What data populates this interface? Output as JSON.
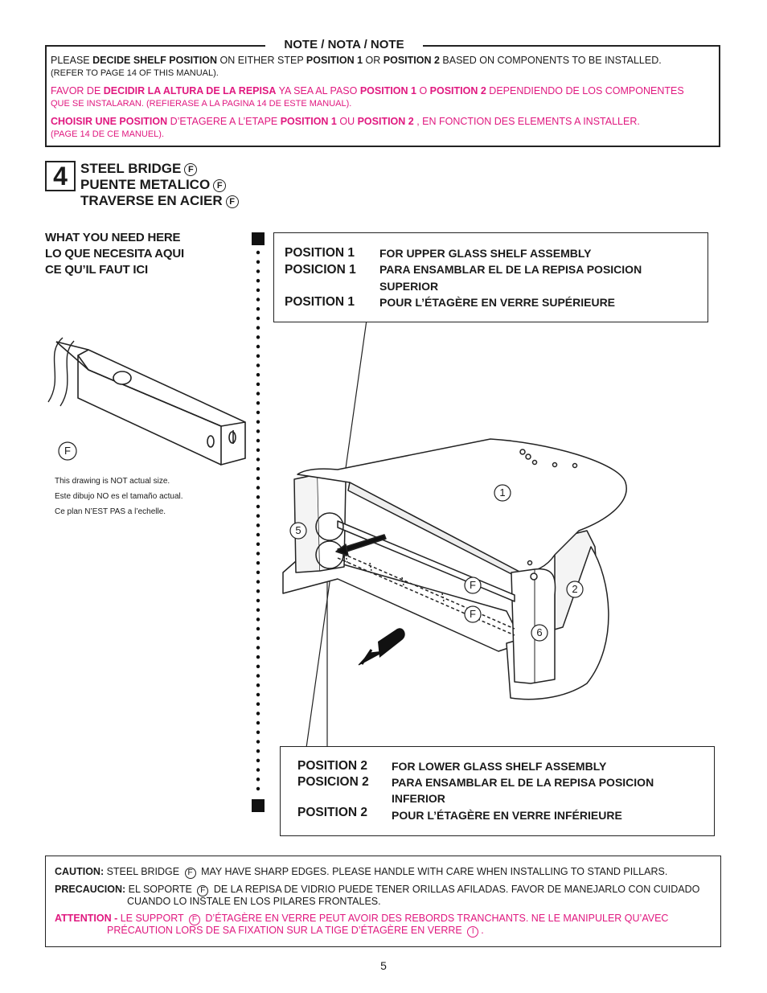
{
  "note": {
    "title": "NOTE / NOTA / NOTE",
    "en": {
      "p1": "PLEASE ",
      "b1": "DECIDE SHELF POSITION",
      "p2": " ON EITHER STEP  ",
      "b2": "POSITION 1",
      "p3": " OR  ",
      "b3": "POSITION 2",
      "p4": " BASED ON COMPONENTS TO BE INSTALLED.",
      "sub": "(REFER TO PAGE 14 OF THIS MANUAL)."
    },
    "es": {
      "p1": "FAVOR DE ",
      "b1": "DECIDIR LA ALTURA DE LA REPISA",
      "p2": " YA SEA AL PASO  ",
      "b2": "POSITION 1",
      "p3": "  O  ",
      "b3": "POSITION 2",
      "p4": "  DEPENDIENDO DE LOS COMPONENTES",
      "sub": "QUE SE INSTALARAN.  (REFIERASE A LA PAGINA 14 DE ESTE MANUAL)."
    },
    "fr": {
      "b1": "CHOISIR UNE POSITION",
      "p2": " D’ETAGERE A L’ETAPE  ",
      "b2": "POSITION 1",
      "p3": "  OU  ",
      "b3": "POSITION 2",
      "p4": "  , EN FONCTION DES ELEMENTS A INSTALLER.",
      "sub": "(PAGE 14 DE CE MANUEL)."
    }
  },
  "step": {
    "number": "4",
    "titles": [
      "STEEL BRIDGE",
      "PUENTE METALICO",
      "TRAVERSE EN ACIER"
    ],
    "part": "F"
  },
  "need": [
    "WHAT YOU NEED HERE",
    "LO QUE NECESITA AQUI",
    "CE QU’IL FAUT ICI"
  ],
  "part_label": "F",
  "disclaimer": [
    "This drawing is NOT actual size.",
    "Este dibujo NO es el tamaño actual.",
    "Ce plan N’EST PAS a l’echelle."
  ],
  "position1": {
    "labels": [
      "POSITION 1",
      "POSICION 1",
      "POSITION 1"
    ],
    "desc": [
      "FOR UPPER GLASS SHELF ASSEMBLY",
      "PARA ENSAMBLAR EL DE LA REPISA POSICION",
      "SUPERIOR",
      "POUR L’ÉTAGÈRE EN VERRE SUPÉRIEURE"
    ]
  },
  "position2": {
    "labels": [
      "POSITION 2",
      "POSICION 2",
      "POSITION 2"
    ],
    "desc": [
      "FOR LOWER GLASS SHELF ASSEMBLY",
      "PARA ENSAMBLAR EL DE LA REPISA POSICION",
      "INFERIOR",
      "POUR L’ÉTAGÈRE EN VERRE INFÉRIEURE"
    ]
  },
  "callouts": [
    "1",
    "2",
    "5",
    "6",
    "F",
    "F"
  ],
  "caution": {
    "en_label": "CAUTION:",
    "en_a": " STEEL BRIDGE ",
    "en_b": " MAY HAVE SHARP EDGES.  PLEASE HANDLE WITH CARE WHEN INSTALLING TO STAND PILLARS.",
    "es_label": "PRECAUCION:",
    "es_a": " EL SOPORTE ",
    "es_b": " DE LA REPISA DE VIDRIO PUEDE TENER ORILLAS AFILADAS.  FAVOR DE MANEJARLO CON CUIDADO",
    "es_c": "CUANDO LO INSTALE EN LOS PILARES FRONTALES.",
    "fr_label": "ATTENTION -",
    "fr_a": " LE SUPPORT ",
    "fr_b": " D’ÉTAGÈRE EN VERRE PEUT AVOIR DES REBORDS TRANCHANTS.  NE LE MANIPULER QU’AVEC",
    "fr_c": "PRÉCAUTION LORS DE SA FIXATION SUR LA TIGE D’ÉTAGÈRE EN VERRE ",
    "fr_d": ".",
    "part_f": "F",
    "part_i": "I"
  },
  "page_number": "5"
}
